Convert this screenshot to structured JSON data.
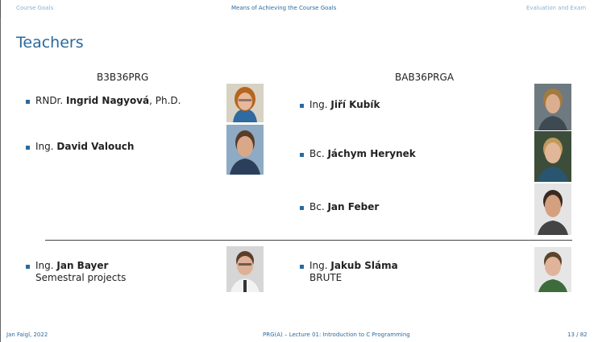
{
  "nav": {
    "course_goals": "Course Goals",
    "means": "Means of Achieving the Course Goals",
    "evaluation": "Evaluation and Exam"
  },
  "slide": {
    "title": "Teachers",
    "left_course": "B3B36PRG",
    "right_course": "BAB36PRGA"
  },
  "teachers": {
    "nagyova": {
      "prefix": "RNDr. ",
      "name": "Ingrid Nagyová",
      "suffix": ", Ph.D."
    },
    "valouch": {
      "prefix": "Ing. ",
      "name": "David Valouch"
    },
    "kubik": {
      "prefix": "Ing. ",
      "name": "Jiří Kubík"
    },
    "herynek": {
      "prefix": "Bc. ",
      "name": "Jáchym Herynek"
    },
    "feber": {
      "prefix": "Bc. ",
      "name": "Jan Feber"
    },
    "bayer": {
      "prefix": "Ing. ",
      "name": "Jan Bayer",
      "role": "Semestral projects"
    },
    "slama": {
      "prefix": "Ing. ",
      "name": "Jakub Sláma",
      "role": "BRUTE"
    }
  },
  "footer": {
    "author": "Jan Faigl, 2022",
    "lecture": "PRG(A) – Lecture 01: Introduction to C Programming",
    "page": "13 / 82"
  },
  "colors": {
    "accent": "#2a6a9e",
    "nav_inactive": "#8fb3cf"
  }
}
